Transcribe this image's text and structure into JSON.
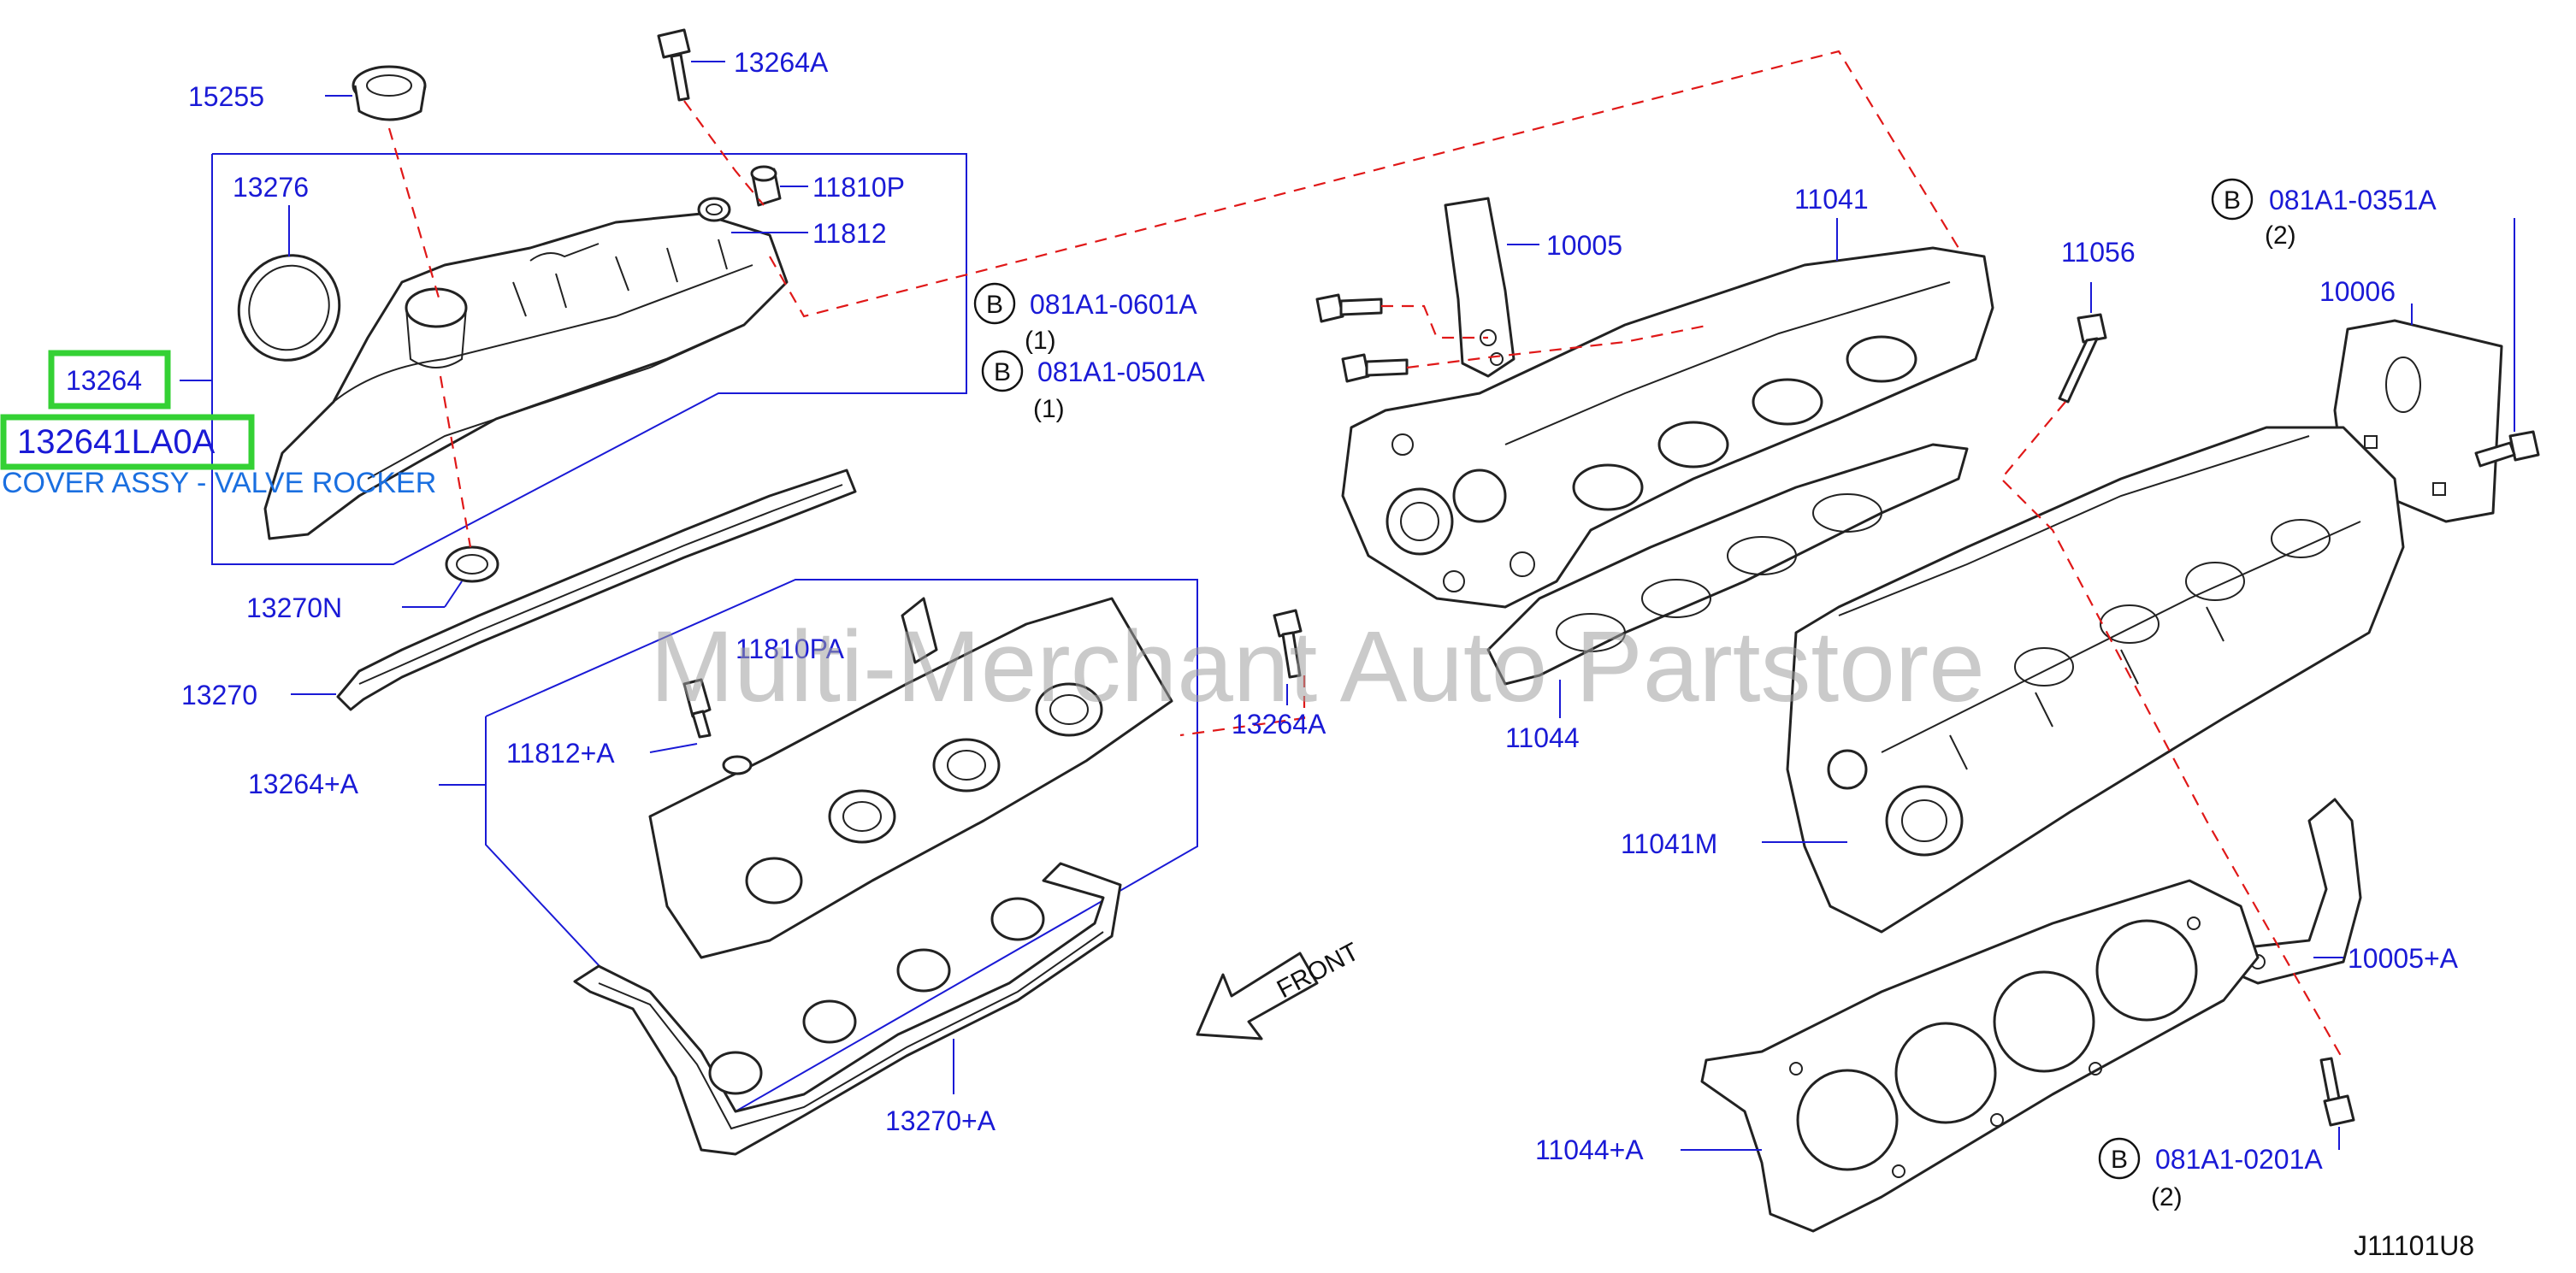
{
  "watermark": "Multi-Merchant Auto Partstore",
  "diagram_code": "J11101U8",
  "highlight": {
    "part_no": "13264",
    "oem_no": "132641LA0A",
    "description": "COVER ASSY - VALVE ROCKER",
    "color": "#34d134"
  },
  "callouts": {
    "c15255": "15255",
    "c13264A_top": "13264A",
    "c11810P": "11810P",
    "c11812": "11812",
    "c13276": "13276",
    "c13270N": "13270N",
    "c13270": "13270",
    "c11810PA": "11810PA",
    "c11812A": "11812+A",
    "c13264PA": "13264+A",
    "c13264A_mid": "13264A",
    "c13270A": "13270+A",
    "c10005": "10005",
    "c11041": "11041",
    "c11044": "11044",
    "c11056": "11056",
    "c10006": "10006",
    "c11041M": "11041M",
    "c10005A": "10005+A",
    "c11044A": "11044+A"
  },
  "bolts": [
    {
      "circle": "B",
      "part": "081A1-0601A",
      "qty": "(1)"
    },
    {
      "circle": "B",
      "part": "081A1-0501A",
      "qty": "(1)"
    },
    {
      "circle": "B",
      "part": "081A1-0351A",
      "qty": "(2)"
    },
    {
      "circle": "B",
      "part": "081A1-0201A",
      "qty": "(2)"
    }
  ],
  "front_label": "FRONT",
  "colors": {
    "label": "#1a1ad6",
    "dashed_leader": "#e01818",
    "highlight": "#34d134",
    "line": "#222222"
  }
}
